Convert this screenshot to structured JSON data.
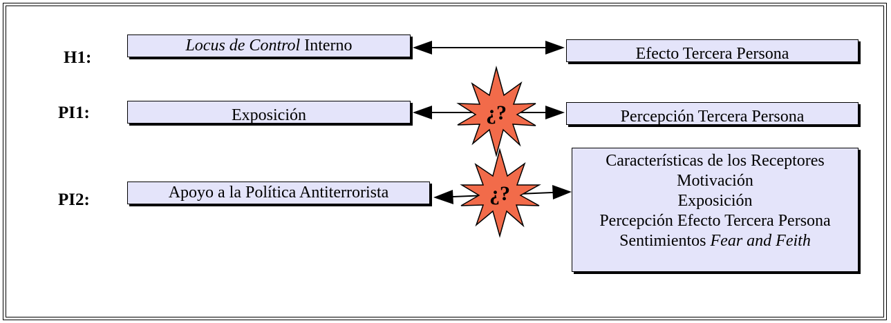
{
  "diagram": {
    "rows": [
      {
        "label": "H1:",
        "left_box": {
          "text_italic": "Locus de Control",
          "text_normal": " Interno"
        },
        "right_box": {
          "text": "Efecto Tercera Persona"
        },
        "relation": "bidirectional",
        "uncertain": false
      },
      {
        "label": "PI1:",
        "left_box": {
          "text": "Exposición"
        },
        "right_box": {
          "text": "Percepción Tercera Persona"
        },
        "relation": "bidirectional",
        "uncertain": true,
        "uncertain_mark": "¿?"
      },
      {
        "label": "PI2:",
        "left_box": {
          "text": "Apoyo a la Política Antiterrorista"
        },
        "right_box": {
          "lines": [
            "Características de los Receptores",
            "Motivación",
            "Exposición",
            "Percepción Efecto Tercera Persona"
          ],
          "last_line_normal": "Sentimientos ",
          "last_line_italic": "Fear and Feith"
        },
        "relation": "bidirectional",
        "uncertain": true,
        "uncertain_mark": "¿?"
      }
    ],
    "colors": {
      "box_fill": "#e4e4fa",
      "burst_fill": "#f26b4a",
      "line": "#000000"
    }
  }
}
